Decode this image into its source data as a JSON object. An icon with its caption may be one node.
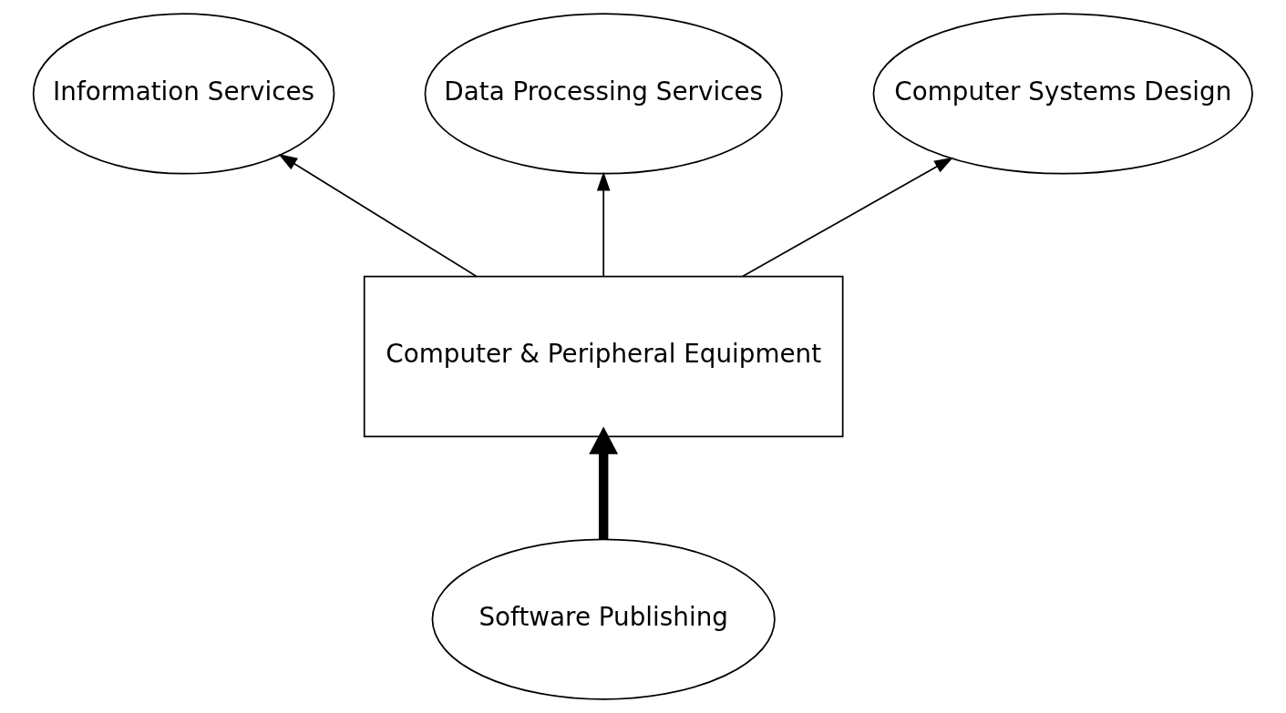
{
  "diagram": {
    "nodes": [
      {
        "text": [
          "Information Services"
        ]
      },
      {
        "text": [
          "Data Processing Services"
        ]
      },
      {
        "text": [
          "Computer Systems Design"
        ]
      },
      {
        "text": [
          "Computer & Peripheral Equipment"
        ]
      },
      {
        "text": [
          "Software Publishing"
        ]
      }
    ],
    "edges": [
      {
        "from": 3,
        "to": 0,
        "arrow": "to"
      },
      {
        "from": 3,
        "to": 1,
        "arrow": "to"
      },
      {
        "from": 3,
        "to": 2,
        "arrow": "to"
      },
      {
        "from": 4,
        "to": 3,
        "arrow": "to",
        "style": "thick"
      }
    ]
  }
}
